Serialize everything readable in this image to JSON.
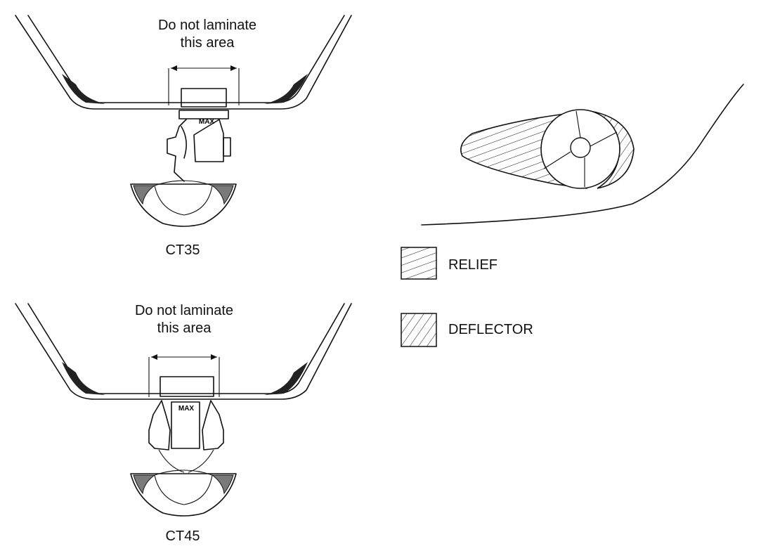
{
  "top_diagram": {
    "callout_line1": "Do not laminate",
    "callout_line2": "this area",
    "model": "CT35",
    "logo_text": "MAX"
  },
  "bottom_diagram": {
    "callout_line1": "Do not laminate",
    "callout_line2": "this area",
    "model": "CT45",
    "logo_text": "MAX"
  },
  "legend": {
    "items": [
      {
        "label": "RELIEF",
        "hatch": "forward-slash"
      },
      {
        "label": "DEFLECTOR",
        "hatch": "back-slash"
      }
    ]
  },
  "colors": {
    "line": "#111111",
    "shading": "#7a7a7a",
    "background": "#ffffff"
  }
}
